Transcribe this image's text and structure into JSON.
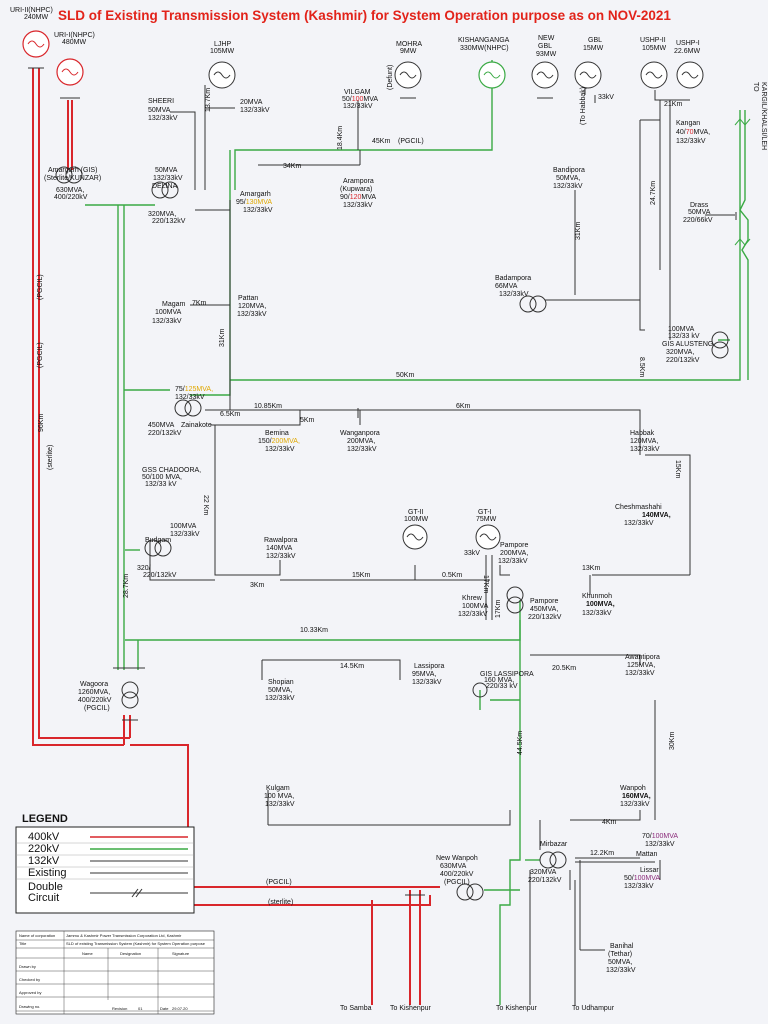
{
  "title": "SLD of Existing Transmission  System (Kashmir) for System Operation purpose as on NOV-2021",
  "generators": {
    "uri2": {
      "name": "URI-II(NHPC)",
      "cap": "240MW"
    },
    "uri1": {
      "name": "URI-I(NHPC)",
      "cap": "480MW"
    },
    "ljhp": {
      "name": "LJHP",
      "cap": "105MW"
    },
    "mohra": {
      "name": "MOHRA",
      "cap": "9MW",
      "note": "(Defunt)"
    },
    "kishanganga": {
      "name": "KISHANGANGA",
      "cap": "330MW(NHPC)"
    },
    "newgbl": {
      "name": "NEW\nGBL",
      "cap": "93MW"
    },
    "gbl": {
      "name": "GBL",
      "cap": "15MW"
    },
    "ushp2": {
      "name": "USHP-II",
      "cap": "105MW"
    },
    "ushp1": {
      "name": "USHP-I",
      "cap": "22.6MW"
    },
    "gt2": {
      "name": "GT-II",
      "cap": "100MW"
    },
    "gt1": {
      "name": "GT-I",
      "cap": "75MW"
    }
  },
  "stations": {
    "sheeri": {
      "l1": "SHEERI",
      "l2": "50MVA",
      "l3": "132/33kV"
    },
    "ljhp_tf": {
      "l1": "20MVA",
      "l2": "132/33kV"
    },
    "vilgam": {
      "l1": "VILGAM",
      "l2a": "50/",
      "l2b": "100",
      "l2c": "MVA",
      "l3": "132/33kV"
    },
    "gbl_33": {
      "l1": "33kV",
      "l2": "(To Habbak)"
    },
    "kangan": {
      "l1": "Kangan",
      "l2a": "40/",
      "l2b": "70",
      "l2c": "MVA,",
      "l3": "132/33kV"
    },
    "amargarh_gis": {
      "l1": "Amargarh (GIS)",
      "l2": "(Sterlite/KUNZAR)",
      "l3": "630MVA,",
      "l4": "400/220kV"
    },
    "delina": {
      "l1": "50MVA",
      "l2": "132/33kV",
      "l3": "DELINA",
      "l4": "320MVA,",
      "l5": "220/132kV"
    },
    "amargarh": {
      "l1": "Amargarh",
      "l2a": "95/",
      "l2b": "130MVA",
      "l3": "132/33kV"
    },
    "arampora": {
      "l1": "Arampora",
      "l2": "(Kupwara)",
      "l3a": "90/",
      "l3b": "120",
      "l3c": "MVA",
      "l4": "132/33kV"
    },
    "bandipora": {
      "l1": "Bandipora",
      "l2": "50MVA,",
      "l3": "132/33kV"
    },
    "drass": {
      "l1": "Drass",
      "l2": "50MVA",
      "l3": "220/66kV"
    },
    "badampora": {
      "l1": "Badampora",
      "l2": "66MVA",
      "l3": "132/33kV"
    },
    "magam": {
      "l1": "Magam",
      "l2": "100MVA",
      "l3": "132/33kV"
    },
    "pattan": {
      "l1": "Pattan",
      "l2": "120MVA,",
      "l3": "132/33kV"
    },
    "alusteng": {
      "l1": "100MVA",
      "l2": "132/33 kV",
      "l3": "GIS ALUSTENG",
      "l4": "320MVA,",
      "l5": "220/132kV"
    },
    "zainakote": {
      "l1a": "75/",
      "l1b": "125MVA,",
      "l2": "132/33kV",
      "l3": "Zainakote",
      "l4": "450MVA",
      "l5": "220/132kV"
    },
    "bemina": {
      "l1": "Bemina",
      "l2a": "150/",
      "l2b": "200MVA,",
      "l3": "132/33kV"
    },
    "wanganpora": {
      "l1": "Wanganpora",
      "l2": "200MVA,",
      "l3": "132/33kV"
    },
    "habbak": {
      "l1": "Habbak",
      "l2": "120MVA,",
      "l3": "132/33kV"
    },
    "chadoora": {
      "l1": "GSS CHADOORA,",
      "l2": "50/100 MVA,",
      "l3": "132/33 kV"
    },
    "cheshmashahi": {
      "l1": "Cheshmashahi",
      "l2": "140MVA,",
      "l3": "132/33kV"
    },
    "budgam": {
      "l1": "100MVA",
      "l2": "132/33kV",
      "l3": "Budgam",
      "l4": "320/",
      "l5": "220/132kV"
    },
    "rawalpora": {
      "l1": "Rawalpora",
      "l2": "140MVA",
      "l3": "132/33kV"
    },
    "pampore132": {
      "l1": "Pampore",
      "l2": "200MVA,",
      "l3": "132/33kV"
    },
    "gt_33": {
      "l1": "33kV"
    },
    "khrew": {
      "l1": "Khrew",
      "l2": "100MVA",
      "l3": "132/33kV"
    },
    "pampore220": {
      "l1": "Pampore",
      "l2": "450MVA,",
      "l3": "220/132kV"
    },
    "khunmoh": {
      "l1": "Khunmoh",
      "l2": "100MVA,",
      "l3": "132/33kV"
    },
    "wagoora": {
      "l1": "Wagoora",
      "l2": "1260MVA,",
      "l3": "400/220kV",
      "l4": "(PGCIL)"
    },
    "shopian": {
      "l1": "Shopian",
      "l2": "50MVA,",
      "l3": "132/33kV"
    },
    "lassipora": {
      "l1": "Lassipora",
      "l2": "95MVA,",
      "l3": "132/33kV"
    },
    "gis_lassipora": {
      "l1": "GIS LASSIPORA",
      "l2": "160 MVA,",
      "l3": "220/33 kV"
    },
    "awantipora": {
      "l1": "Awantipora",
      "l2": "125MVA,",
      "l3": "132/33kV"
    },
    "kulgam": {
      "l1": "Kulgam",
      "l2": "100 MVA,",
      "l3": "132/33kV"
    },
    "wanpoh": {
      "l1": "Wanpoh",
      "l2": "160MVA,",
      "l3": "132/33kV"
    },
    "mirbazar": {
      "l1": "Mirbazar",
      "l2": "320MVA",
      "l3": "220/132kV"
    },
    "mattan": {
      "l1a": "70/",
      "l1b": "100MVA",
      "l2": "132/33kV",
      "l3": "Mattan"
    },
    "lissar": {
      "l1": "Lissar",
      "l2a": "50/",
      "l2b": "100MVA",
      "l3": "132/33kV"
    },
    "newwanpoh": {
      "l1": "New Wanpoh",
      "l2": "630MVA",
      "l3": "400/220kV",
      "l4": "(PGCIL)"
    },
    "banihal": {
      "l1": "Banihal",
      "l2": "(Tethar)",
      "l3": "50MVA,",
      "l4": "132/33kV"
    }
  },
  "distances": {
    "d13_7": "13.7Km",
    "d18_4": "18.4Km",
    "d45": "45Km",
    "pgcil_top": "(PGCIL)",
    "d21": "21Km",
    "d34": "34Km",
    "d24_7": "24.7Km",
    "d31a": "31Km",
    "d7": "7Km",
    "d31b": "31Km",
    "d8_5": "8.5Km",
    "d50": "50Km",
    "d10_85": "10.85Km",
    "d6": "6Km",
    "d5": "5Km",
    "d6_5": "6.5Km",
    "d15a": "15Km",
    "d22": "22 Km",
    "d3": "3Km",
    "d15b": "15Km",
    "d0_5": "0.5Km",
    "d13": "13Km",
    "d10_33": "10.33Km",
    "d14_5": "14.5Km",
    "d20_5": "20.5Km",
    "d17": "17Km",
    "d17b": "17Km",
    "d44_5": "44.5Km",
    "d30": "30Km",
    "d4": "4Km",
    "d12_2": "12.2Km",
    "d96": "96Km",
    "d28_7": "28.7Km",
    "pgcil_left1": "(PGCIL)",
    "pgcil_left2": "(PGCIL)",
    "sterlite_left": "(sterlite)",
    "pgcil_bottom": "(PGCIL)",
    "sterlite_bottom": "(sterlite)"
  },
  "destinations": {
    "kargil": "TO\nKARGIL/KHALSI/LEH",
    "samba": "To Samba",
    "kishenpur1": "To Kishenpur",
    "kishenpur2": "To Kishenpur",
    "udhampur": "To Udhampur"
  },
  "legend": {
    "title": "LEGEND",
    "items": [
      "400kV",
      "220kV",
      "132kV",
      "Existing",
      "Double\nCircuit"
    ],
    "colors": {
      "kv400": "#d9262b",
      "kv220": "#3aaa44",
      "kv132": "#333333"
    }
  },
  "title_block": {
    "rows": [
      [
        "Name of corporation",
        "Jammu & Kashmir Power Transmission Corporation Ltd, Kashmir"
      ],
      [
        "Title",
        "SLD of existing Transmission System (Kashmir) for System Operation purpose"
      ]
    ],
    "head": [
      "Name",
      "Designation",
      "Signature"
    ],
    "labels": [
      "Drawn by",
      "Checked by",
      "Approved by",
      "Drawing no."
    ],
    "revision_label": "Revision",
    "revision": "01",
    "date_label": "Date",
    "date": "29.07.20"
  }
}
